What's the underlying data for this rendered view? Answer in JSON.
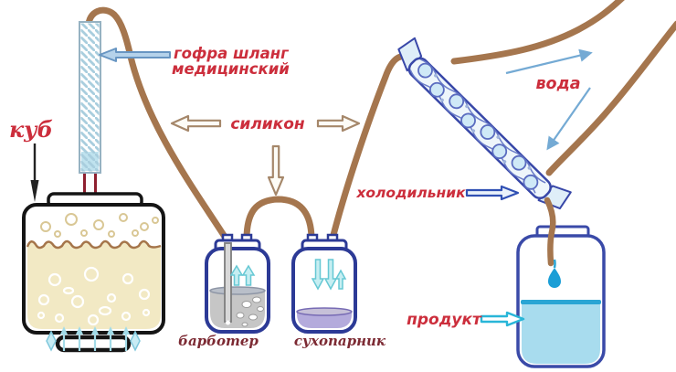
{
  "diagram": {
    "labels": {
      "cube": "куб",
      "hose_line1": "гофра шланг",
      "hose_line2": "медицинский",
      "silicone": "силикон",
      "water": "вода",
      "cooler": "холодильник",
      "bubbler": "барботер",
      "dry_steamer": "сухопарник",
      "product": "продукт"
    },
    "colors": {
      "hose": "#a5764e",
      "label_red": "#cc2e3c",
      "label_maroon": "#7c2a33",
      "jar_outline": "#2c3a96",
      "product_outline": "#3a4aa8",
      "cooler_outline": "#3847a8",
      "water_arrow": "#74aad4",
      "tan_arrow": "#a5876a",
      "cyan": "#29b6d8",
      "cube_outline": "#151515",
      "beige_liquid": "#f2e9c4",
      "gray_liquid": "#c6c6c6",
      "lavender_liquid": "#b4abdc",
      "product_liquid": "#a8dcee"
    }
  }
}
